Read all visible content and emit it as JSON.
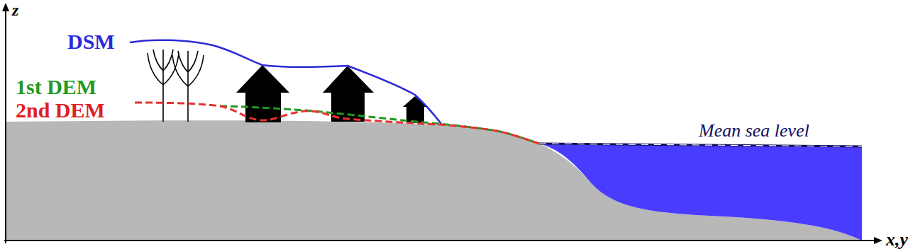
{
  "diagram": {
    "labels": [
      "z",
      "DSM",
      "1st DEM",
      "2nd DEM",
      "Mean sea level",
      "x,y"
    ]
  }
}
